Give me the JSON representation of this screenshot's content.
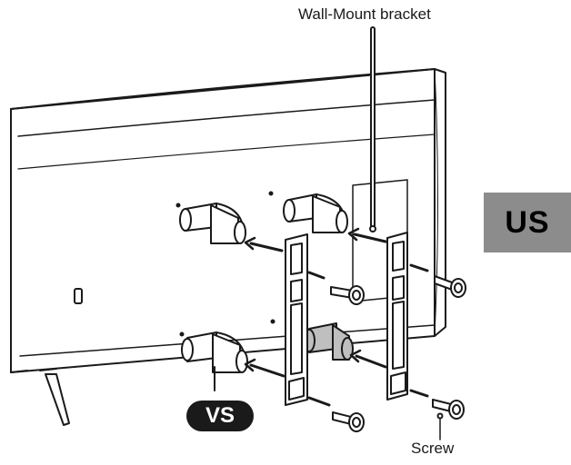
{
  "labels": {
    "bracket": "Wall-Mount bracket",
    "screw": "Screw",
    "region": "US",
    "badge": "VS"
  },
  "colors": {
    "line": "#1a1a1a",
    "region_tab_bg": "#8c8c8c",
    "badge_bg": "#1a1a1a",
    "badge_text": "#ffffff"
  }
}
